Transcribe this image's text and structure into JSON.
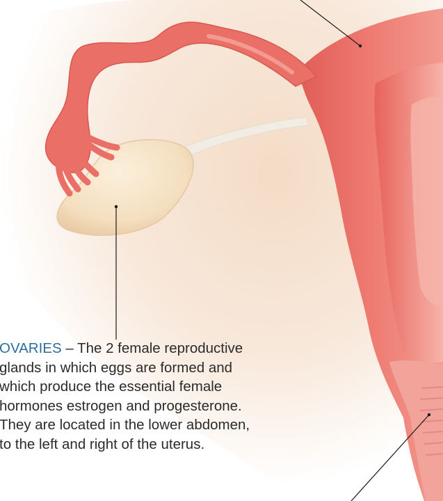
{
  "diagram": {
    "subject": "female reproductive anatomy illustration",
    "colors": {
      "background_glow": "#f7e6d6",
      "uterus_wall": "#e86a63",
      "uterus_inner": "#f08b82",
      "uterus_highlight": "#f6b0a6",
      "fallopian_tube": "#ea6d65",
      "ovary": "#f6e3c5",
      "ligament": "#f1ece3",
      "leader_line": "#1a1a1a",
      "term_color": "#2f6d9c",
      "body_text": "#2b2b2b"
    }
  },
  "labels": {
    "ovaries": {
      "term": "OVARIES",
      "lines": [
        " – The 2 female reproductive",
        "glands in which eggs are formed and",
        "which produce the essential female",
        "hormones estrogen and progesterone.",
        "They are located in the lower abdomen,",
        "to the left and right of the uterus."
      ]
    }
  }
}
